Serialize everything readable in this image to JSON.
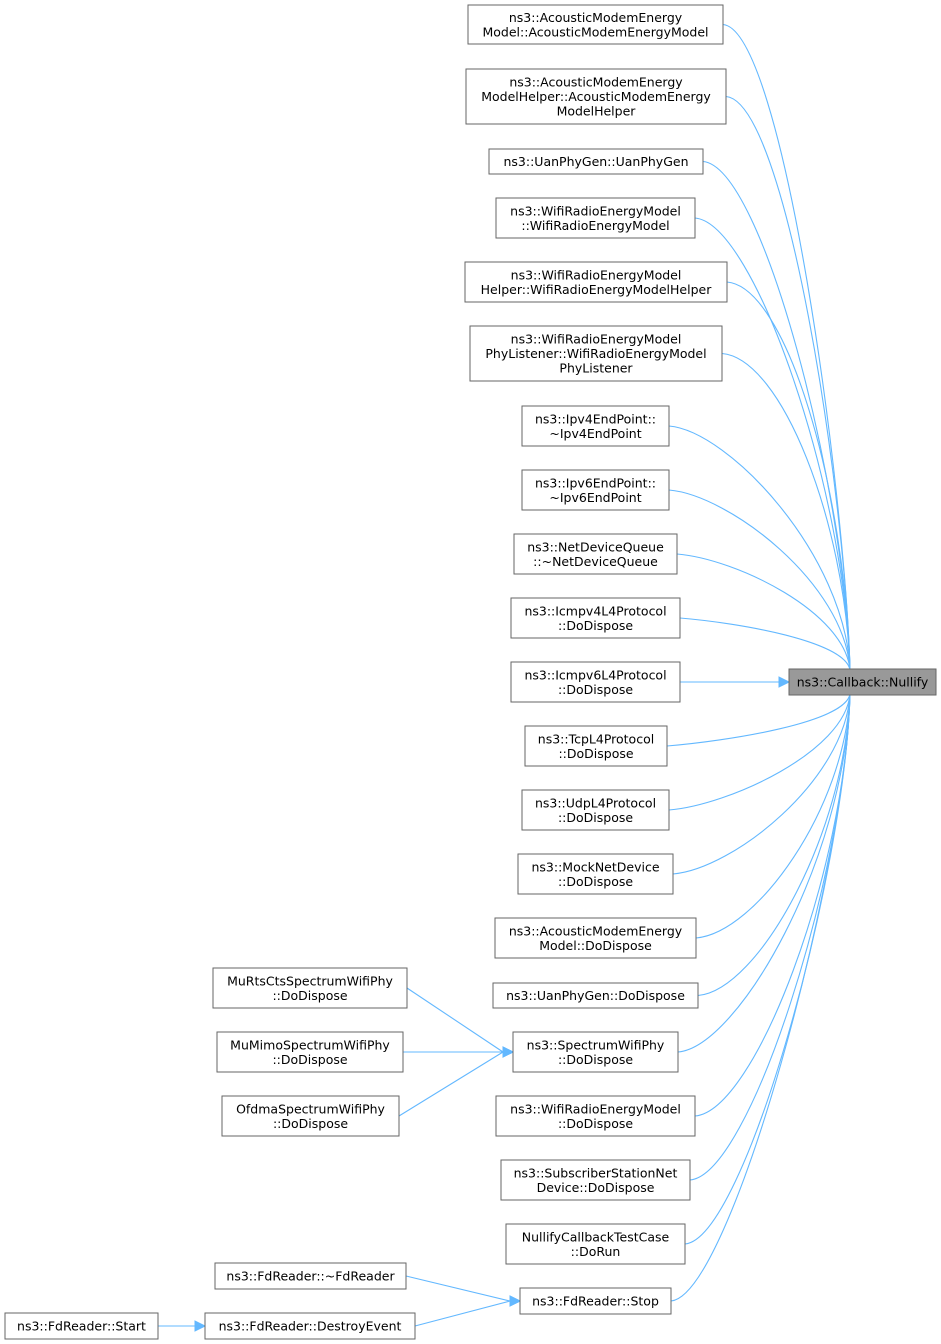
{
  "target": {
    "label": "ns3::Callback::Nullify"
  },
  "callers": [
    {
      "id": "n1",
      "lines": [
        "ns3::AcousticModemEnergy",
        "Model::AcousticModemEnergyModel"
      ]
    },
    {
      "id": "n2",
      "lines": [
        "ns3::AcousticModemEnergy",
        "ModelHelper::AcousticModemEnergy",
        "ModelHelper"
      ]
    },
    {
      "id": "n3",
      "lines": [
        "ns3::UanPhyGen::UanPhyGen"
      ]
    },
    {
      "id": "n4",
      "lines": [
        "ns3::WifiRadioEnergyModel",
        "::WifiRadioEnergyModel"
      ]
    },
    {
      "id": "n5",
      "lines": [
        "ns3::WifiRadioEnergyModel",
        "Helper::WifiRadioEnergyModelHelper"
      ]
    },
    {
      "id": "n6",
      "lines": [
        "ns3::WifiRadioEnergyModel",
        "PhyListener::WifiRadioEnergyModel",
        "PhyListener"
      ]
    },
    {
      "id": "n7",
      "lines": [
        "ns3::Ipv4EndPoint::",
        "~Ipv4EndPoint"
      ]
    },
    {
      "id": "n8",
      "lines": [
        "ns3::Ipv6EndPoint::",
        "~Ipv6EndPoint"
      ]
    },
    {
      "id": "n9",
      "lines": [
        "ns3::NetDeviceQueue",
        "::~NetDeviceQueue"
      ]
    },
    {
      "id": "n10",
      "lines": [
        "ns3::Icmpv4L4Protocol",
        "::DoDispose"
      ]
    },
    {
      "id": "n11",
      "lines": [
        "ns3::Icmpv6L4Protocol",
        "::DoDispose"
      ]
    },
    {
      "id": "n12",
      "lines": [
        "ns3::TcpL4Protocol",
        "::DoDispose"
      ]
    },
    {
      "id": "n13",
      "lines": [
        "ns3::UdpL4Protocol",
        "::DoDispose"
      ]
    },
    {
      "id": "n14",
      "lines": [
        "ns3::MockNetDevice",
        "::DoDispose"
      ]
    },
    {
      "id": "n15",
      "lines": [
        "ns3::AcousticModemEnergy",
        "Model::DoDispose"
      ]
    },
    {
      "id": "n16",
      "lines": [
        "ns3::UanPhyGen::DoDispose"
      ]
    },
    {
      "id": "n17",
      "lines": [
        "ns3::SpectrumWifiPhy",
        "::DoDispose"
      ]
    },
    {
      "id": "n18",
      "lines": [
        "ns3::WifiRadioEnergyModel",
        "::DoDispose"
      ]
    },
    {
      "id": "n19",
      "lines": [
        "ns3::SubscriberStationNet",
        "Device::DoDispose"
      ]
    },
    {
      "id": "n20",
      "lines": [
        "NullifyCallbackTestCase",
        "::DoRun"
      ]
    },
    {
      "id": "n21",
      "lines": [
        "ns3::FdReader::Stop"
      ]
    },
    {
      "id": "n22",
      "lines": [
        "MuRtsCtsSpectrumWifiPhy",
        "::DoDispose"
      ]
    },
    {
      "id": "n23",
      "lines": [
        "MuMimoSpectrumWifiPhy",
        "::DoDispose"
      ]
    },
    {
      "id": "n24",
      "lines": [
        "OfdmaSpectrumWifiPhy",
        "::DoDispose"
      ]
    },
    {
      "id": "n25",
      "lines": [
        "ns3::FdReader::~FdReader"
      ]
    },
    {
      "id": "n26",
      "lines": [
        "ns3::FdReader::DestroyEvent"
      ]
    },
    {
      "id": "n27",
      "lines": [
        "ns3::FdReader::Start"
      ]
    }
  ],
  "edges": [
    [
      "n1",
      "target"
    ],
    [
      "n2",
      "target"
    ],
    [
      "n3",
      "target"
    ],
    [
      "n4",
      "target"
    ],
    [
      "n5",
      "target"
    ],
    [
      "n6",
      "target"
    ],
    [
      "n7",
      "target"
    ],
    [
      "n8",
      "target"
    ],
    [
      "n9",
      "target"
    ],
    [
      "n10",
      "target"
    ],
    [
      "n11",
      "target"
    ],
    [
      "n12",
      "target"
    ],
    [
      "n13",
      "target"
    ],
    [
      "n14",
      "target"
    ],
    [
      "n15",
      "target"
    ],
    [
      "n16",
      "target"
    ],
    [
      "n17",
      "target"
    ],
    [
      "n18",
      "target"
    ],
    [
      "n19",
      "target"
    ],
    [
      "n20",
      "target"
    ],
    [
      "n21",
      "target"
    ],
    [
      "n22",
      "n17"
    ],
    [
      "n23",
      "n17"
    ],
    [
      "n24",
      "n17"
    ],
    [
      "n25",
      "n21"
    ],
    [
      "n26",
      "n21"
    ],
    [
      "n27",
      "n26"
    ]
  ],
  "colors": {
    "edge": "#63b8ff",
    "node_border": "#666666",
    "target_fill": "#999999"
  }
}
